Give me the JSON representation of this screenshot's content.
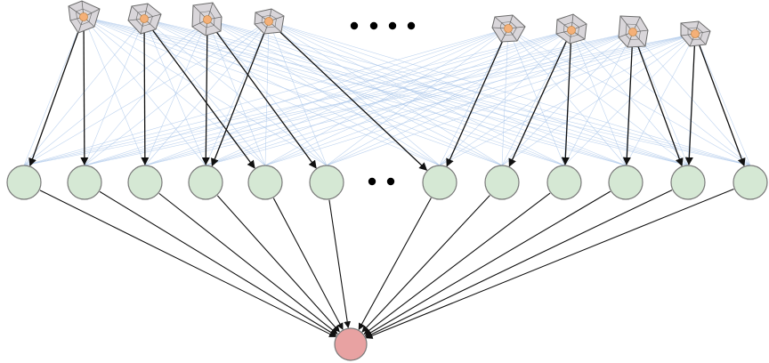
{
  "diagram": {
    "kind": "network",
    "colors": {
      "background": "#ffffff",
      "mesh_fill": "#d9d6da",
      "mesh_stroke": "#6b6b6b",
      "mesh_center": "#f4b078",
      "mesh_center_stroke": "#c98a4a",
      "hidden_fill": "#d5e8d4",
      "hidden_stroke": "#7a7a7a",
      "output_fill": "#e8a2a2",
      "output_stroke": "#7a7a7a",
      "edge": "#111111",
      "faint_edge": "#a9c6ea"
    },
    "input_nodes": {
      "count": 8,
      "icon": "mesh-patch-icon"
    },
    "hidden_nodes": {
      "count": 12,
      "icon": "circle-node"
    },
    "output_node": {
      "icon": "circle-node"
    },
    "ellipsis": {
      "input_dots": 4,
      "hidden_dots": 2
    }
  }
}
